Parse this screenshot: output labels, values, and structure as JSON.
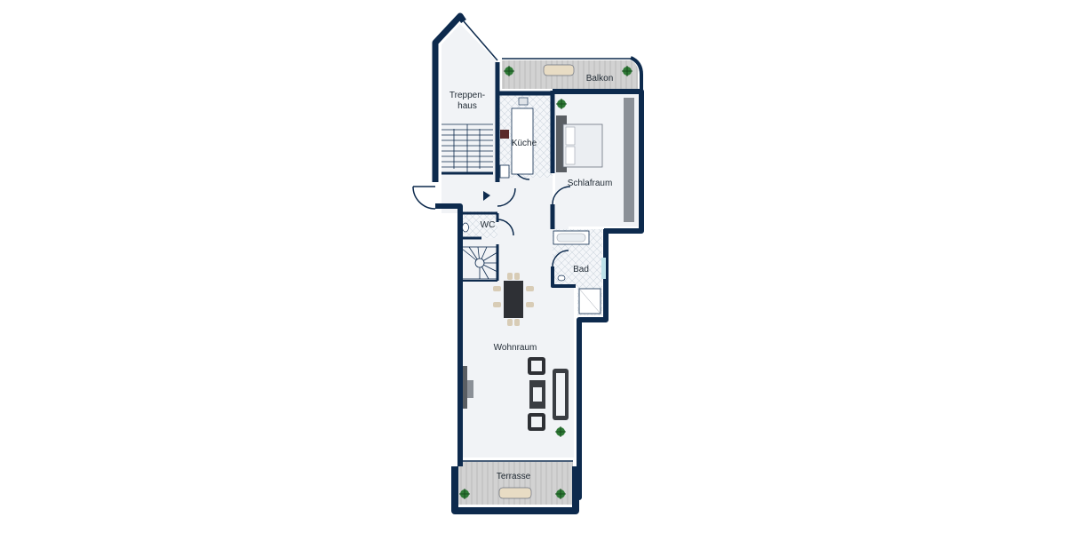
{
  "colors": {
    "wall": "#0d2a4d",
    "floor": "#f1f3f6",
    "tile": "#d7dde5",
    "deck": "#c8c8c8",
    "furniture": "#3a3d42",
    "plant": "#2f7a36"
  },
  "rooms": {
    "treppenhaus_line1": "Treppen-",
    "treppenhaus_line2": "haus",
    "balkon": "Balkon",
    "kueche": "Küche",
    "schlafraum": "Schlafraum",
    "wc": "WC",
    "bad": "Bad",
    "wohnraum": "Wohnraum",
    "terrasse": "Terrasse"
  },
  "icons": [
    "plant-icon",
    "sofa-icon",
    "bed-icon",
    "dining-table-icon",
    "stair-icon",
    "bathtub-icon",
    "toilet-icon",
    "stove-icon",
    "sink-icon",
    "entrance-arrow-icon",
    "lounger-icon"
  ]
}
